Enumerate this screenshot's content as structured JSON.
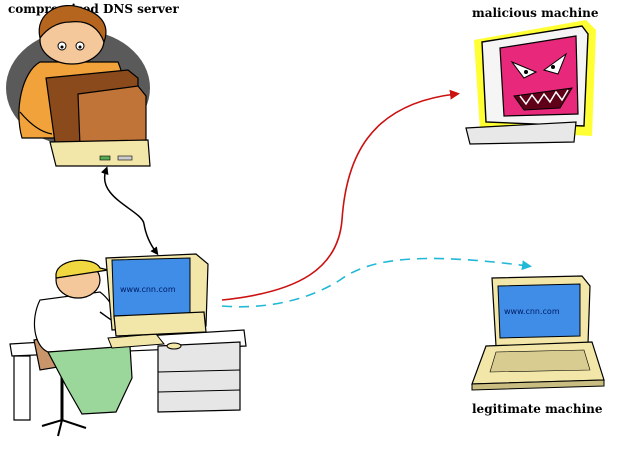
{
  "labels": {
    "compromised_dns": "compromised DNS server",
    "malicious": "malicious machine",
    "legitimate": "legitimate machine"
  },
  "screens": {
    "client_url": "www.cnn.com",
    "legit_url": "www.cnn.com"
  },
  "colors": {
    "dns_link": "#000000",
    "malicious_link": "#cc1111",
    "legit_link": "#22b8d8",
    "screen_blue": "#3f8de6",
    "monitor_beige": "#f2e6a8",
    "devil_pink": "#e8287a",
    "halo_yellow": "#ffff33"
  },
  "icons": [
    "hacker-at-computer-icon",
    "devil-monitor-icon",
    "user-at-computer-icon",
    "laptop-icon"
  ]
}
